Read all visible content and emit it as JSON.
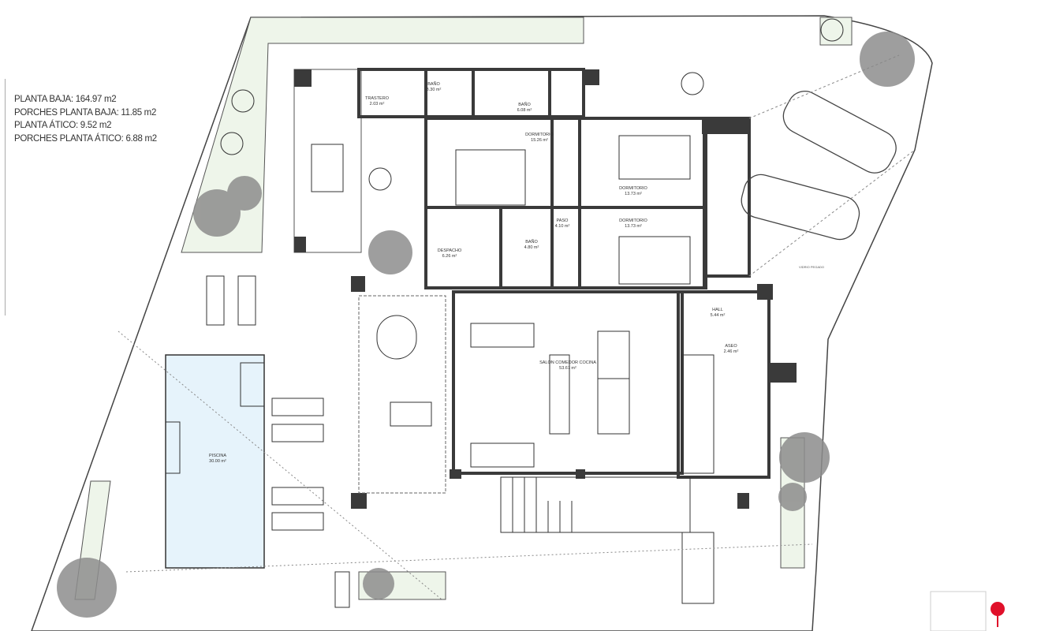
{
  "summary": {
    "planta_baja": "PLANTA BAJA: 164.97 m2",
    "porches_planta_baja": "PORCHES PLANTA BAJA: 11.85 m2",
    "planta_atico": "PLANTA ÁTICO: 9.52 m2",
    "porches_planta_atico": "PORCHES PLANTA ÁTICO: 6.88 m2"
  },
  "rooms": [
    {
      "name": "TRASTERO",
      "area": "2.03 m²"
    },
    {
      "name": "BAÑO",
      "area": "3.30 m²"
    },
    {
      "name": "BAÑO",
      "area": "6.08 m²"
    },
    {
      "name": "DORMITORIO",
      "area": "15.26 m²"
    },
    {
      "name": "DORMITORIO",
      "area": "13.73 m²"
    },
    {
      "name": "DORMITORIO",
      "area": "13.73 m²"
    },
    {
      "name": "PASO",
      "area": "4.10 m²"
    },
    {
      "name": "DESPACHO",
      "area": "6.26 m²"
    },
    {
      "name": "BAÑO",
      "area": "4.80 m²"
    },
    {
      "name": "SALON COMEDOR COCINA",
      "area": "53.67 m²"
    },
    {
      "name": "HALL",
      "area": "5.44 m²"
    },
    {
      "name": "ASEO",
      "area": "2.46 m²"
    },
    {
      "name": "PISCINA",
      "area": "30.00 m²"
    }
  ],
  "annotations": {
    "vidrio": "VIDRIO PEGADO"
  },
  "colors": {
    "wall": "#3a3a3a",
    "pool": "#e6f3fb",
    "hedge": "#e9f2e6",
    "vegetation": "#8a8a8a",
    "marker": "#e0102a"
  }
}
